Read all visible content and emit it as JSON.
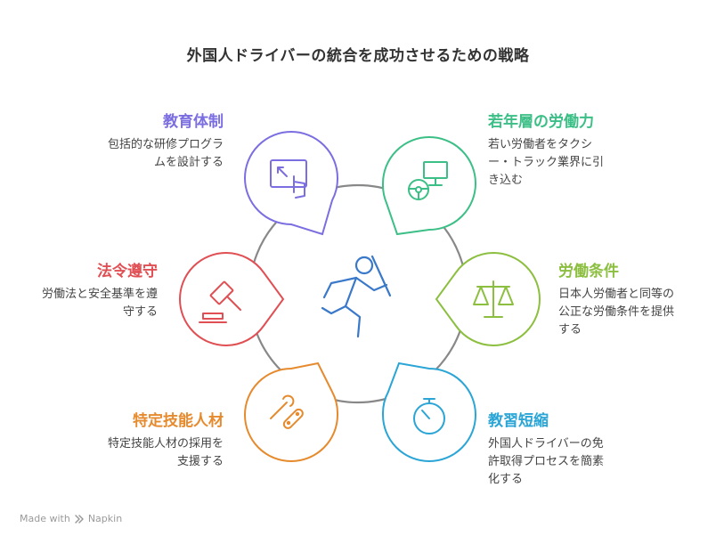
{
  "title": "外国人ドライバーの統合を成功させるための戦略",
  "items": [
    {
      "heading": "教育体制",
      "desc_lines": [
        "包括的な研修プログラ",
        "ムを設計する"
      ],
      "color": "#7b6ee0",
      "icon": "touch-screen-icon"
    },
    {
      "heading": "若年層の労働力",
      "desc_lines": [
        "若い労働者をタクシ",
        "ー・トラック業界に引",
        "き込む"
      ],
      "color": "#3cbf86",
      "icon": "steering-wheel-monitor-icon"
    },
    {
      "heading": "法令遵守",
      "desc_lines": [
        "労働法と安全基準を遵",
        "守する"
      ],
      "color": "#e04f53",
      "icon": "gavel-icon"
    },
    {
      "heading": "労働条件",
      "desc_lines": [
        "日本人労働者と同等の",
        "公正な労働条件を提供",
        "する"
      ],
      "color": "#8cbf3f",
      "icon": "scales-icon"
    },
    {
      "heading": "特定技能人材",
      "desc_lines": [
        "特定技能人材の採用を",
        "支援する"
      ],
      "color": "#e68a2e",
      "icon": "tools-icon"
    },
    {
      "heading": "教習短縮",
      "desc_lines": [
        "外国人ドライバーの免",
        "許取得プロセスを簡素",
        "化する"
      ],
      "color": "#2aa5d6",
      "icon": "stopwatch-icon"
    }
  ],
  "center_icon": "running-person-icon",
  "center_color": "#3a78c9",
  "ring_color": "#888888",
  "footer": {
    "made_with": "Made with",
    "brand": "Napkin"
  }
}
